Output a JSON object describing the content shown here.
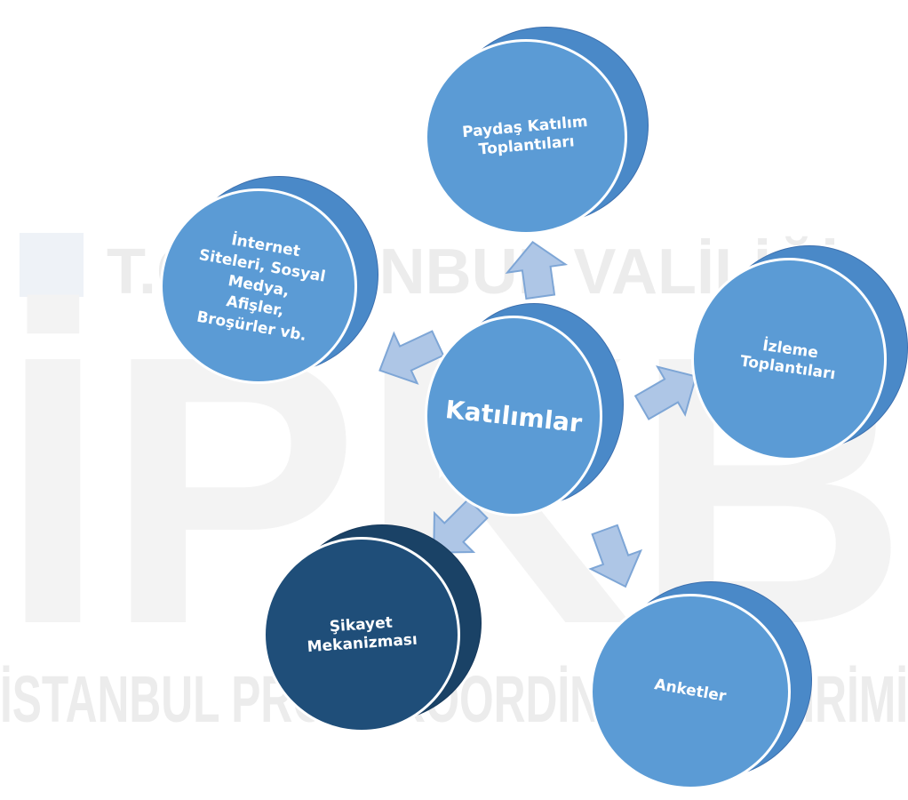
{
  "watermark": {
    "line_top": "T.C. İSTANBUL VALİLİĞİ",
    "big_letters": "İPKB",
    "line_bottom": "İSTANBUL PROJE KOORDİNASYON BİRİMİ"
  },
  "diagram": {
    "center": {
      "label": "Katılımlar"
    },
    "nodes": [
      {
        "id": "top",
        "label": "Paydaş Katılım\nToplantıları"
      },
      {
        "id": "left",
        "label": "İnternet\nSiteleri, Sosyal\nMedya,\nAfişler,\nBroşürler vb."
      },
      {
        "id": "right",
        "label": "İzleme\nToplantıları"
      },
      {
        "id": "bottom-left",
        "label": "Şikayet\nMekanizması"
      },
      {
        "id": "bottom-right",
        "label": "Anketler"
      }
    ]
  },
  "colors": {
    "node_face": "#5b9bd5",
    "node_side": "#4a89c8",
    "highlight_face": "#1f4e79",
    "highlight_side": "#1a4266",
    "arrow_fill": "#aec6e6",
    "arrow_stroke": "#7ea6d6"
  }
}
